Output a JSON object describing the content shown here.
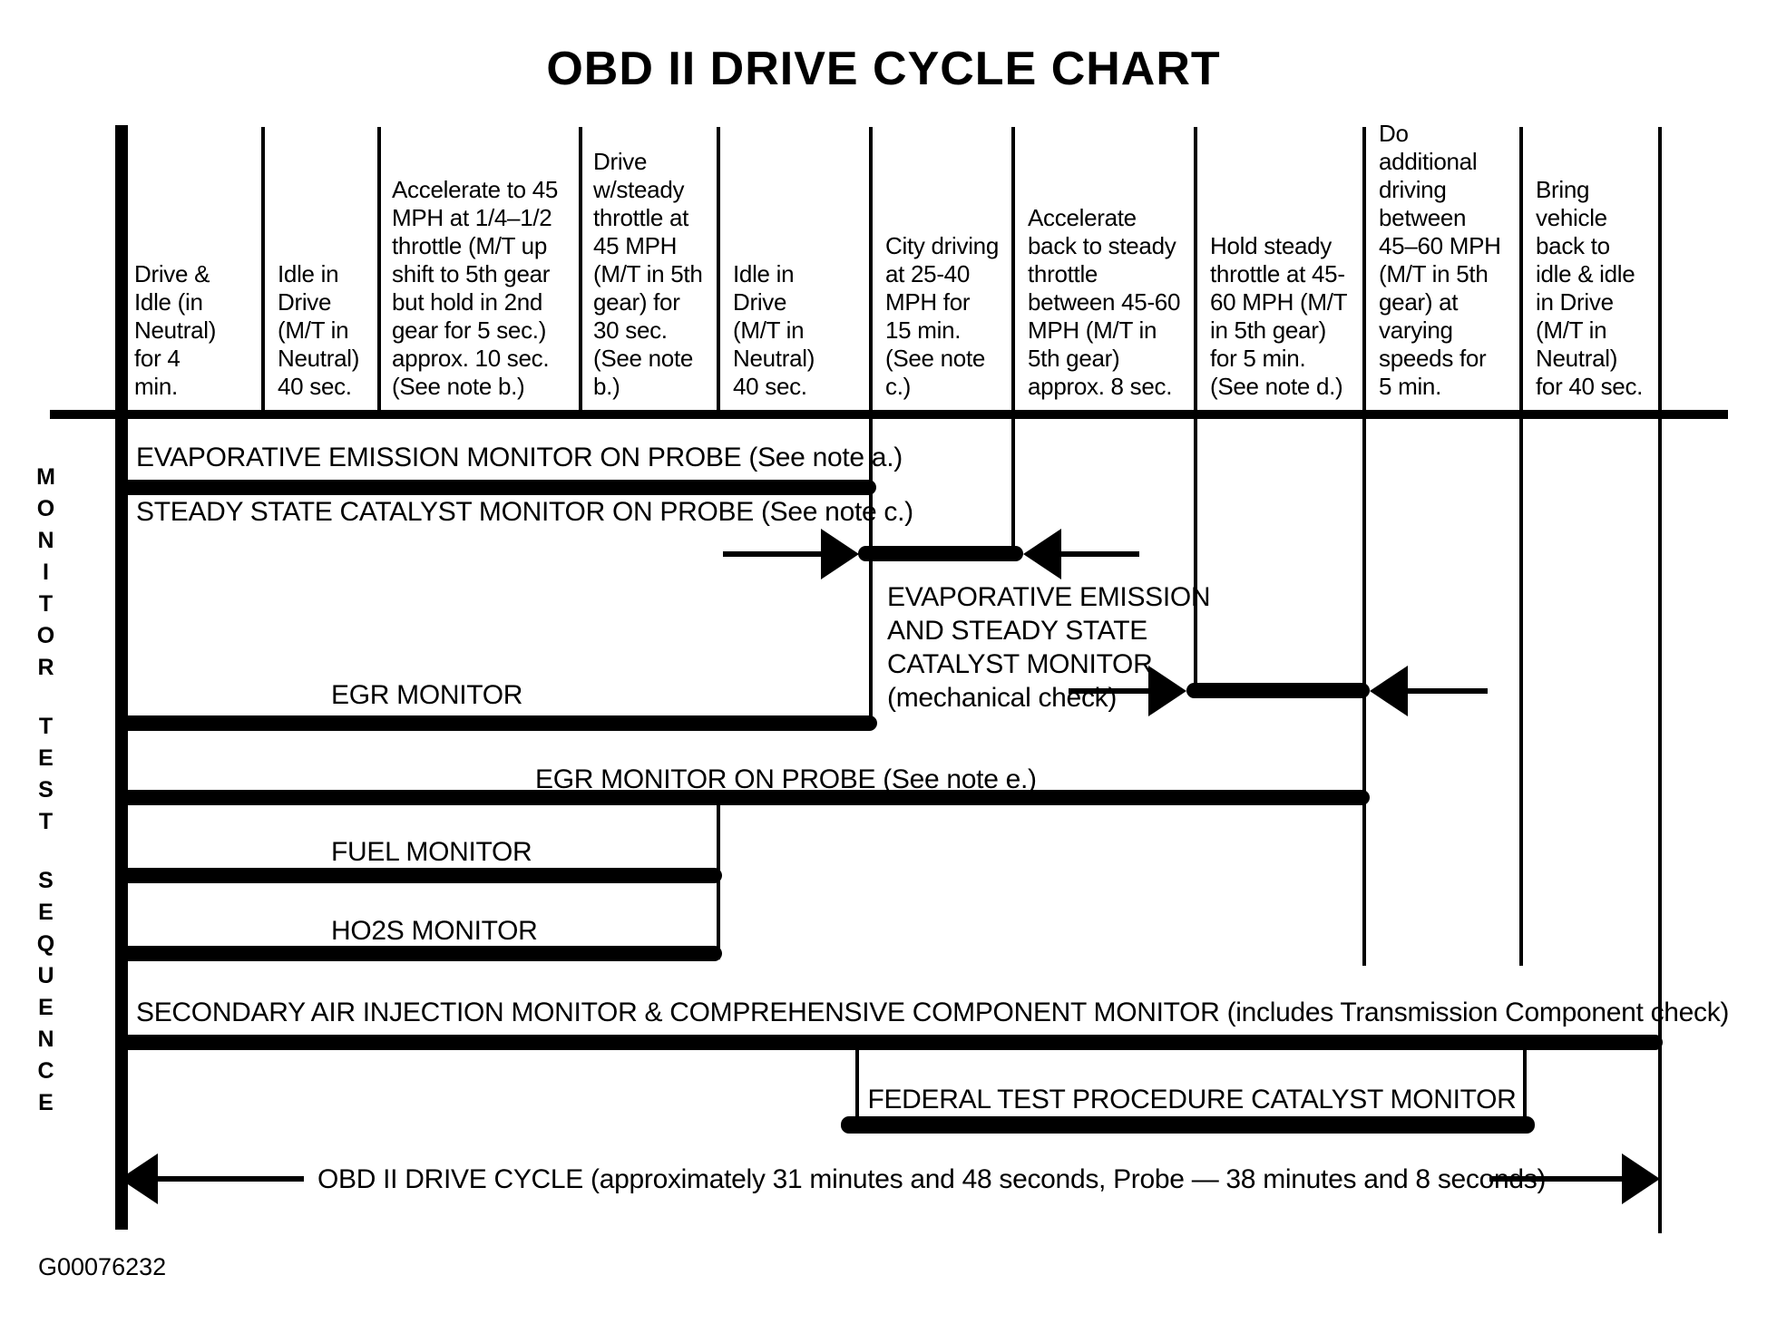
{
  "title": "OBD II DRIVE CYCLE CHART",
  "figure_code": "G00076232",
  "side_label": {
    "words": [
      "MONITOR",
      "TEST",
      "SEQUENCE"
    ]
  },
  "header": {
    "columns": [
      "Drive & Idle (in Neutral) for 4 min.",
      "Idle in Drive (M/T in Neutral) 40 sec.",
      "Accelerate to 45 MPH at 1/4–1/2 throttle (M/T up shift to 5th gear but hold in 2nd gear for 5 sec.) approx. 10 sec. (See note b.)",
      "Drive w/steady throttle at 45 MPH (M/T in 5th gear) for 30 sec. (See note b.)",
      "Idle in Drive (M/T in Neutral) 40 sec.",
      "City driving at 25-40 MPH for 15 min. (See note c.)",
      "Accelerate back to steady throttle between 45-60 MPH (M/T in 5th gear) approx. 8 sec.",
      "Hold steady throttle at 45-60 MPH (M/T in 5th gear) for 5 min. (See note d.)",
      "Do additional driving between 45–60 MPH (M/T in 5th gear) at varying speeds for 5 min.",
      "Bring vehicle back to idle & idle in Drive (M/T in Neutral) for 40 sec."
    ]
  },
  "rows": {
    "evap_probe_label": "EVAPORATIVE EMISSION MONITOR ON PROBE (See note a.)",
    "steady_state_label": "STEADY STATE CATALYST MONITOR ON PROBE (See note c.)",
    "mech_check": {
      "lines": [
        "EVAPORATIVE EMISSION",
        "AND STEADY STATE",
        "CATALYST MONITOR",
        "(mechanical check)"
      ]
    },
    "egr_label": "EGR MONITOR",
    "egr_probe_label": "EGR MONITOR ON PROBE (See note e.)",
    "fuel_label": "FUEL MONITOR",
    "ho2s_label": "HO2S MONITOR",
    "secondary_air_label": "SECONDARY AIR INJECTION MONITOR & COMPREHENSIVE COMPONENT MONITOR (includes Transmission Component check)",
    "ftp_catalyst_label": "FEDERAL TEST PROCEDURE CATALYST MONITOR"
  },
  "footer": {
    "cycle_duration_label": "OBD II DRIVE CYCLE (approximately 31 minutes and 48 seconds, Probe — 38 minutes and 8 seconds)"
  },
  "colors": {
    "ink": "#000000",
    "paper": "#ffffff"
  }
}
